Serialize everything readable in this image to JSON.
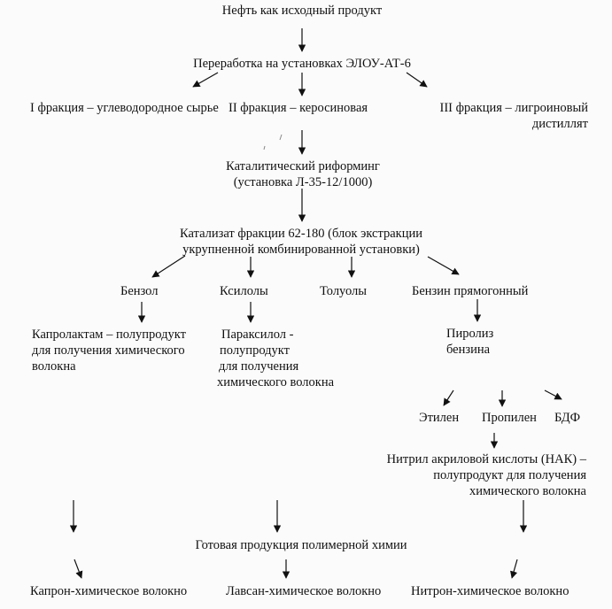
{
  "diagram": {
    "title": "Нефть как исходный продукт",
    "processing": "Переработка на установках ЭЛОУ-АТ-6",
    "fraction1": "I фракция – углеводородное сырье",
    "fraction2": "II фракция – керосиновая",
    "fraction3": [
      "III фракция – лигроиновый",
      "дистиллят"
    ],
    "reforming": [
      "Каталитический риформинг",
      "(установка Л-35-12/1000)"
    ],
    "catalyzate": [
      "Катализат фракции 62-180 (блок экстракции",
      "укрупненной комбинированной установки)"
    ],
    "benzene": "Бензол",
    "xylenes": "Ксилолы",
    "toluenes": "Толуолы",
    "straight_gasoline": "Бензин прямогонный",
    "caprolactam": [
      "Капролактам – полупродукт",
      "для получения химического",
      "волокна"
    ],
    "paraxylene": [
      "Параксилол -",
      "полупродукт",
      "для получения",
      "химического волокна"
    ],
    "pyrolysis": [
      "Пиролиз",
      "бензина"
    ],
    "ethylene": "Этилен",
    "propylene": "Пропилен",
    "bdf": "БДФ",
    "nak": [
      "Нитрил акриловой кислоты (НАК) –",
      "полупродукт для получения",
      "химического волокна"
    ],
    "finished_products": "Готовая продукция полимерной химии",
    "capron": "Капрон-химическое волокно",
    "lavsan": "Лавсан-химическое волокно",
    "nitron": "Нитрон-химическое волокно"
  }
}
